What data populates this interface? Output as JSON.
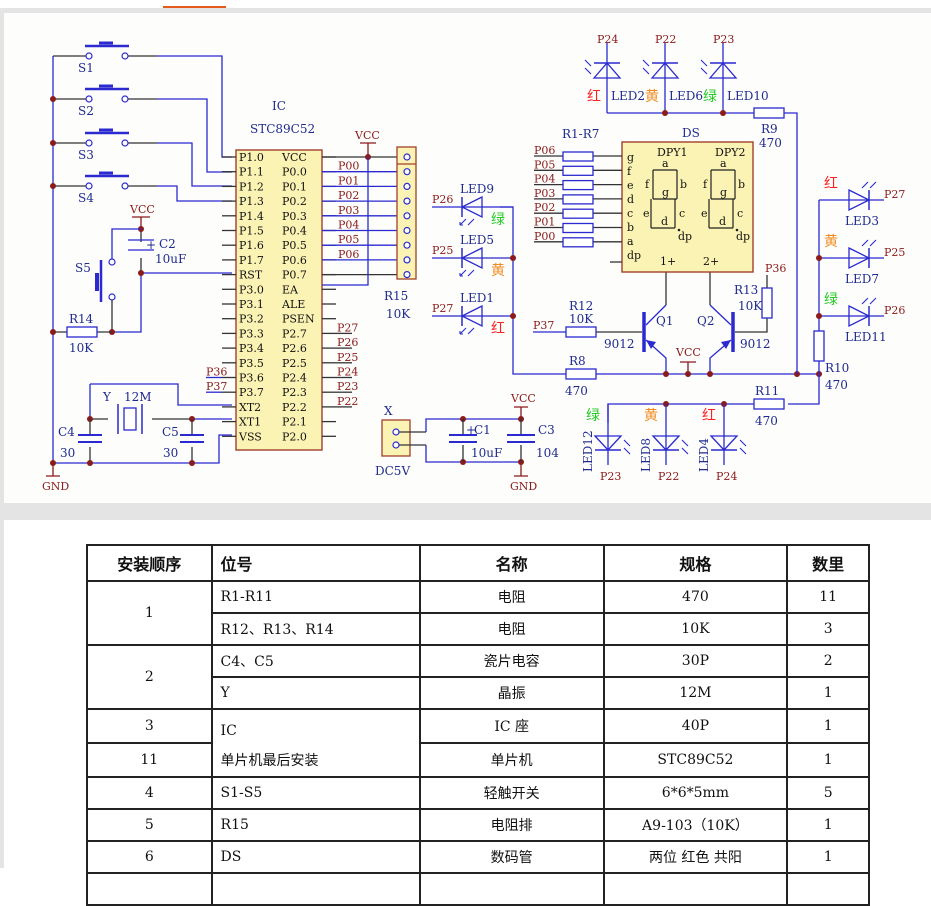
{
  "schematic": {
    "switches": [
      "S1",
      "S2",
      "S3",
      "S4",
      "S5"
    ],
    "ic": {
      "ref": "IC",
      "part": "STC89C52",
      "left_pins": [
        "P1.0",
        "P1.1",
        "P1.2",
        "P1.3",
        "P1.4",
        "P1.5",
        "P1.6",
        "P1.7",
        "RST",
        "P3.0",
        "P3.1",
        "P3.2",
        "P3.3",
        "P3.4",
        "P3.5",
        "P3.6",
        "P3.7",
        "XT2",
        "XT1",
        "VSS"
      ],
      "right_pins": [
        "VCC",
        "P0.0",
        "P0.1",
        "P0.2",
        "P0.3",
        "P0.4",
        "P0.5",
        "P0.6",
        "P0.7",
        "EA",
        "ALE",
        "PSEN",
        "P2.7",
        "P2.6",
        "P2.5",
        "P2.4",
        "P2.3",
        "P2.2",
        "P2.1",
        "P2.0"
      ]
    },
    "p0_nets": [
      "P00",
      "P01",
      "P02",
      "P03",
      "P04",
      "P05",
      "P06"
    ],
    "p2_nets": [
      "P27",
      "P26",
      "P25",
      "P24",
      "P23",
      "P22"
    ],
    "p3_nets": [
      "P36",
      "P37"
    ],
    "vcc": "VCC",
    "gnd": "GND",
    "c2": {
      "ref": "C2",
      "value": "10uF"
    },
    "r14": {
      "ref": "R14",
      "value": "10K"
    },
    "crystal": {
      "ref": "Y",
      "value": "12M"
    },
    "c4": {
      "ref": "C4",
      "value": "30"
    },
    "c5": {
      "ref": "C5",
      "value": "30"
    },
    "r15": {
      "ref": "R15",
      "value": "10K"
    },
    "led_left": [
      {
        "ref": "LED9",
        "net": "P26",
        "color": "绿"
      },
      {
        "ref": "LED5",
        "net": "P25",
        "color": "黄"
      },
      {
        "ref": "LED1",
        "net": "P27",
        "color": "红"
      }
    ],
    "led_top": [
      {
        "ref": "LED2",
        "net": "P24",
        "color": "红"
      },
      {
        "ref": "LED6",
        "net": "P22",
        "color": "黄"
      },
      {
        "ref": "LED10",
        "net": "P23",
        "color": "绿"
      }
    ],
    "led_right": [
      {
        "ref": "LED3",
        "net": "P27",
        "color": "红"
      },
      {
        "ref": "LED7",
        "net": "P25",
        "color": "黄"
      },
      {
        "ref": "LED11",
        "net": "P26",
        "color": "绿"
      }
    ],
    "led_bottom": [
      {
        "ref": "LED12",
        "net": "P23",
        "color": "绿"
      },
      {
        "ref": "LED8",
        "net": "P22",
        "color": "黄"
      },
      {
        "ref": "LED4",
        "net": "P24",
        "color": "红"
      }
    ],
    "r1_r7": "R1-R7",
    "ds": {
      "ref": "DS",
      "dpy1": "DPY1",
      "dpy2": "DPY2",
      "segments": [
        "g",
        "f",
        "e",
        "d",
        "c",
        "b",
        "a",
        "dp"
      ],
      "com1": "1+",
      "com2": "2+"
    },
    "r9": {
      "ref": "R9",
      "value": "470"
    },
    "r8": {
      "ref": "R8",
      "value": "470"
    },
    "r10": {
      "ref": "R10",
      "value": "470"
    },
    "r11": {
      "ref": "R11",
      "value": "470"
    },
    "r12": {
      "ref": "R12",
      "value": "10K"
    },
    "r13": {
      "ref": "R13",
      "value": "10K"
    },
    "q1": {
      "ref": "Q1",
      "part": "9012"
    },
    "q2": {
      "ref": "Q2",
      "part": "9012"
    },
    "power": {
      "ref": "X",
      "label": "DC5V"
    },
    "c1": {
      "ref": "C1",
      "value": "10uF"
    },
    "c3": {
      "ref": "C3",
      "value": "104"
    },
    "colors": {
      "wire": "#2a2ad0",
      "net": "#8b1a1a",
      "ic_fill": "#fbf3b4",
      "red": "#ff2020",
      "yellow": "#f08a1c",
      "green": "#22cc22",
      "accent": "#e55a1c"
    }
  },
  "bom": {
    "headers": [
      "安装顺序",
      "位号",
      "名称",
      "规格",
      "数里"
    ],
    "rows": [
      {
        "order": "1",
        "ref": "R1-R11",
        "name": "电阻",
        "spec": "470",
        "qty": "11"
      },
      {
        "order": "",
        "ref": "R12、R13、R14",
        "name": "电阻",
        "spec": "10K",
        "qty": "3"
      },
      {
        "order": "2",
        "ref": "C4、C5",
        "name": "瓷片电容",
        "spec": "30P",
        "qty": "2"
      },
      {
        "order": "",
        "ref": "Y",
        "name": "晶振",
        "spec": "12M",
        "qty": "1"
      },
      {
        "order": "3",
        "ref": "IC",
        "name": "IC 座",
        "spec": "40P",
        "qty": "1"
      },
      {
        "order": "11",
        "ref": "单片机最后安装",
        "name": "单片机",
        "spec": "STC89C52",
        "qty": "1"
      },
      {
        "order": "4",
        "ref": "S1-S5",
        "name": "轻触开关",
        "spec": "6*6*5mm",
        "qty": "5"
      },
      {
        "order": "5",
        "ref": "R15",
        "name": "电阻排",
        "spec": "A9-103（10K）",
        "qty": "1"
      },
      {
        "order": "6",
        "ref": "DS",
        "name": "数码管",
        "spec": "两位 红色 共阳",
        "qty": "1"
      }
    ]
  }
}
